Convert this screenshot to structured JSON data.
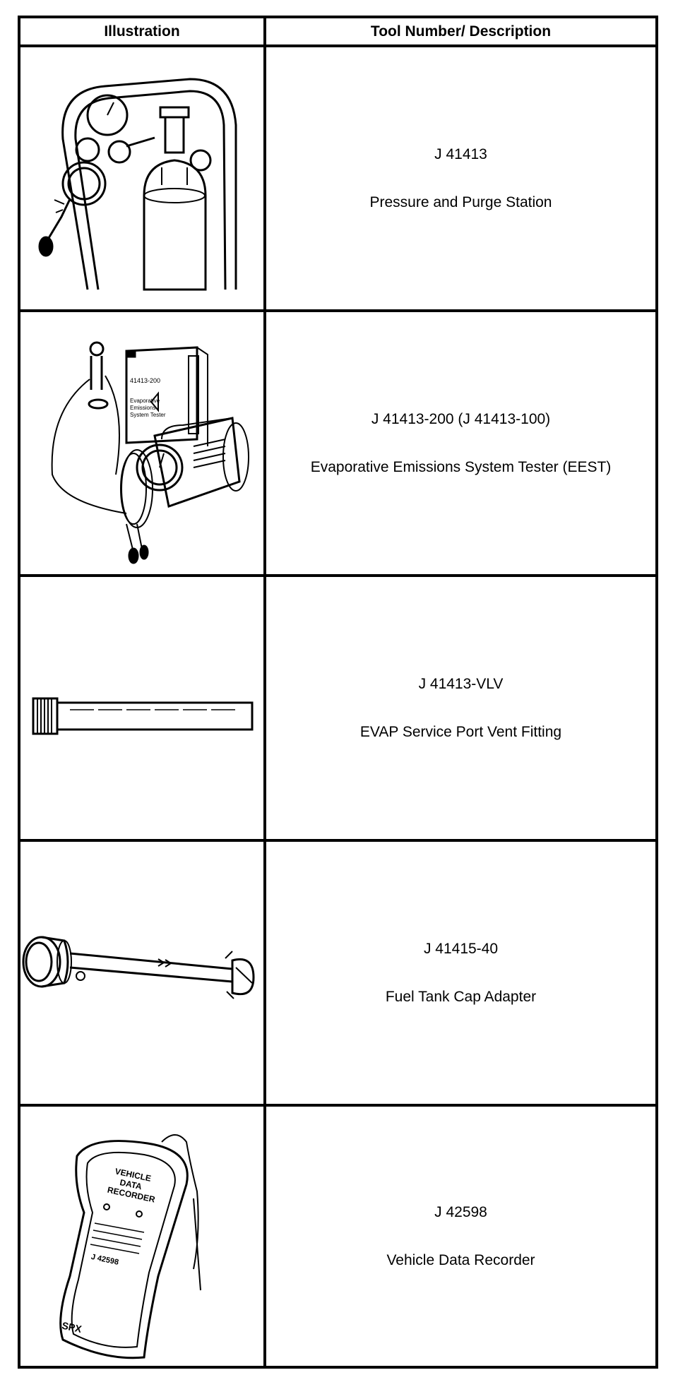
{
  "header": {
    "illustration": "Illustration",
    "tool_description": "Tool Number/ Description"
  },
  "tools": [
    {
      "number": "J 41413",
      "description": "Pressure and Purge Station",
      "icon": "pressure-purge-station-icon"
    },
    {
      "number": "J 41413-200 (J 41413-100)",
      "description": "Evaporative Emissions System Tester (EEST)",
      "icon": "evap-tester-icon",
      "label_lines": [
        "41413-200",
        "Evaporative",
        "Emissions",
        "System Tester"
      ]
    },
    {
      "number": "J 41413-VLV",
      "description": "EVAP Service Port Vent Fitting",
      "icon": "vent-fitting-icon"
    },
    {
      "number": "J 41415-40",
      "description": "Fuel Tank Cap Adapter",
      "icon": "cap-adapter-icon"
    },
    {
      "number": "J 42598",
      "description": "Vehicle Data Recorder",
      "icon": "data-recorder-icon",
      "label_lines": [
        "VEHICLE",
        "DATA",
        "RECORDER",
        "J 42598",
        "SPX"
      ]
    }
  ]
}
